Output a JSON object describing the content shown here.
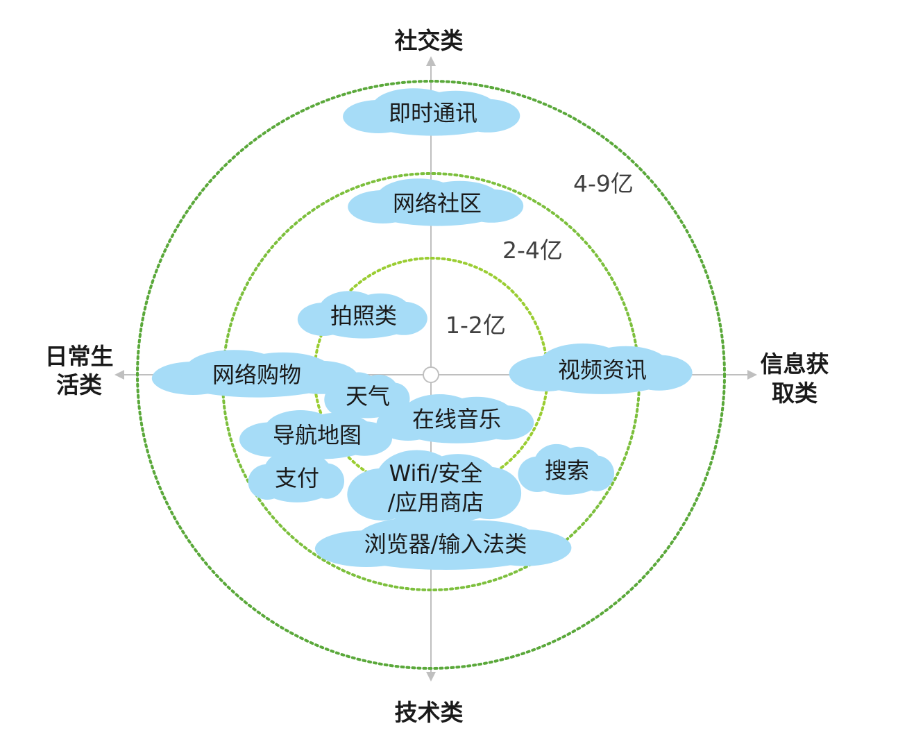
{
  "axes": {
    "top": [
      "社交类"
    ],
    "bottom": [
      "技术类"
    ],
    "left": [
      "日常生",
      "活类"
    ],
    "right": [
      "信息获",
      "取类"
    ]
  },
  "rings": [
    {
      "label": "1-2亿",
      "color": "#9acd32"
    },
    {
      "label": "2-4亿",
      "color": "#7cbf3c"
    },
    {
      "label": "4-9亿",
      "color": "#5aa83a"
    }
  ],
  "clouds": [
    {
      "id": "im",
      "lines": [
        "即时通讯"
      ]
    },
    {
      "id": "community",
      "lines": [
        "网络社区"
      ]
    },
    {
      "id": "photo",
      "lines": [
        "拍照类"
      ]
    },
    {
      "id": "shopping",
      "lines": [
        "网络购物"
      ]
    },
    {
      "id": "weather",
      "lines": [
        "天气"
      ]
    },
    {
      "id": "music",
      "lines": [
        "在线音乐"
      ]
    },
    {
      "id": "navigation",
      "lines": [
        "导航地图"
      ]
    },
    {
      "id": "payment",
      "lines": [
        "支付"
      ]
    },
    {
      "id": "wifi",
      "lines": [
        "Wifi/安全",
        "/应用商店"
      ]
    },
    {
      "id": "search",
      "lines": [
        "搜索"
      ]
    },
    {
      "id": "video",
      "lines": [
        "视频资讯"
      ]
    },
    {
      "id": "browser",
      "lines": [
        "浏览器/输入法类"
      ]
    }
  ],
  "colors": {
    "cloud": "#a6dcf7",
    "axis": "#bfbfbf"
  }
}
